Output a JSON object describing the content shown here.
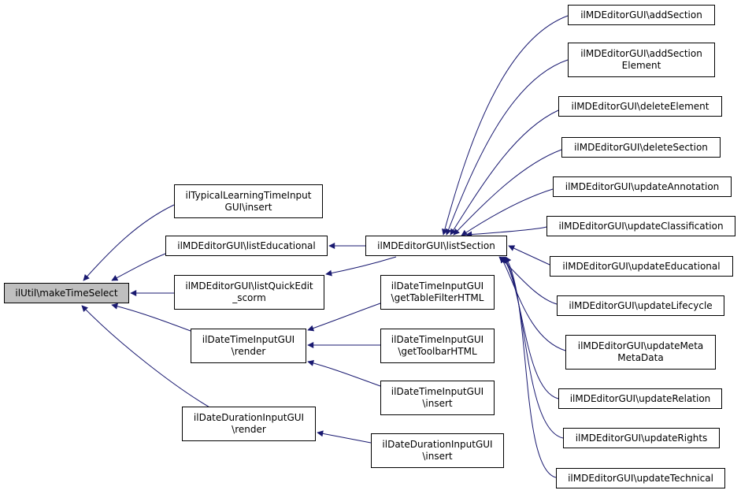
{
  "colors": {
    "edge": "#191970",
    "root_fill": "#bfbfbf",
    "node_border": "#000000"
  },
  "nodes": {
    "root": [
      "ilUtil\\makeTimeSelect"
    ],
    "typical": [
      "ilTypicalLearningTimeInput",
      "GUI\\insert"
    ],
    "listEducational": [
      "ilMDEditorGUI\\listEducational"
    ],
    "listQuickEdit": [
      "ilMDEditorGUI\\listQuickEdit",
      "_scorm"
    ],
    "dtRender": [
      "ilDateTimeInputGUI",
      "\\render"
    ],
    "ddRender": [
      "ilDateDurationInputGUI",
      "\\render"
    ],
    "listSection": [
      "ilMDEditorGUI\\listSection"
    ],
    "dtTableFilter": [
      "ilDateTimeInputGUI",
      "\\getTableFilterHTML"
    ],
    "dtToolbar": [
      "ilDateTimeInputGUI",
      "\\getToolbarHTML"
    ],
    "dtInsert": [
      "ilDateTimeInputGUI",
      "\\insert"
    ],
    "ddInsert": [
      "ilDateDurationInputGUI",
      "\\insert"
    ],
    "addSection": [
      "ilMDEditorGUI\\addSection"
    ],
    "addSectionElement": [
      "ilMDEditorGUI\\addSection",
      "Element"
    ],
    "deleteElement": [
      "ilMDEditorGUI\\deleteElement"
    ],
    "deleteSection": [
      "ilMDEditorGUI\\deleteSection"
    ],
    "updateAnnotation": [
      "ilMDEditorGUI\\updateAnnotation"
    ],
    "updateClassification": [
      "ilMDEditorGUI\\updateClassification"
    ],
    "updateEducational": [
      "ilMDEditorGUI\\updateEducational"
    ],
    "updateLifecycle": [
      "ilMDEditorGUI\\updateLifecycle"
    ],
    "updateMeta": [
      "ilMDEditorGUI\\updateMeta",
      "MetaData"
    ],
    "updateRelation": [
      "ilMDEditorGUI\\updateRelation"
    ],
    "updateRights": [
      "ilMDEditorGUI\\updateRights"
    ],
    "updateTechnical": [
      "ilMDEditorGUI\\updateTechnical"
    ]
  }
}
